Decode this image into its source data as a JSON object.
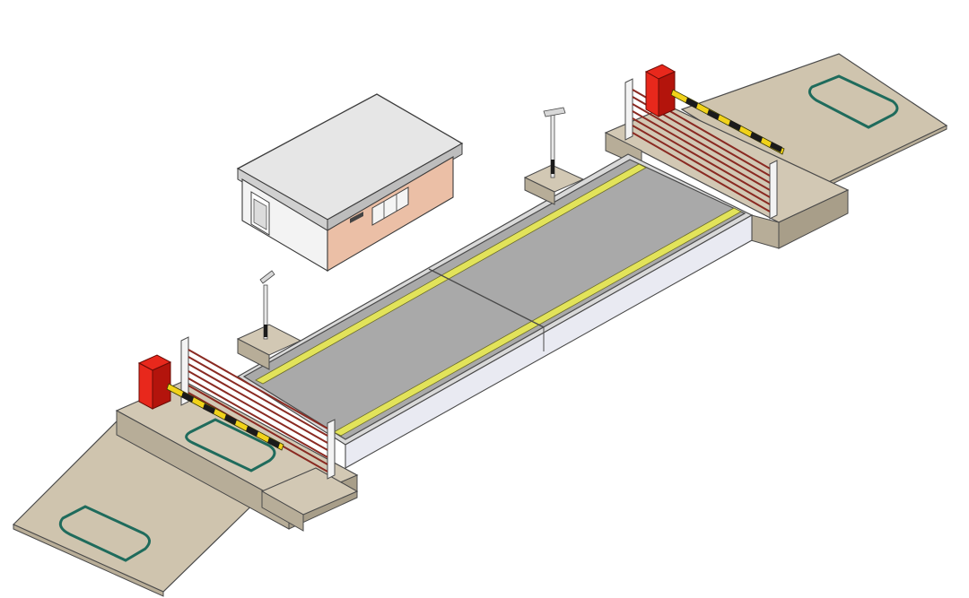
{
  "scene": {
    "subject": "truck-scale-weighbridge",
    "colors": {
      "background": "#ffffff",
      "ramp": "#cfc4ae",
      "ramp_side": "#b9ae98",
      "concrete_top": "#d2c8b4",
      "concrete_side": "#b7ad98",
      "deck": "#a9a9a9",
      "deck_side": "#e9eaf2",
      "yellow_stripe": "#e2e35a",
      "barrier_box": "#e8281c",
      "barrier_box_dark": "#b3140c",
      "barrier_arm": "#f1d21a",
      "barrier_arm_dark": "#1b1b1b",
      "light_curtain": "#8a2a22",
      "loop_detector": "#1f6b5c",
      "booth_roof": "#e6e6e6",
      "booth_front": "#ebbfa6",
      "booth_side": "#f3f3f3",
      "outline": "#3d3d3d"
    },
    "components": [
      "entry-ramp",
      "exit-ramp",
      "scale-deck-section-1",
      "scale-deck-section-2",
      "barrier-gate-left",
      "barrier-gate-right",
      "light-curtain-left",
      "light-curtain-right",
      "camera-pole-left",
      "camera-pole-right",
      "control-booth",
      "vehicle-loop-detectors"
    ]
  }
}
